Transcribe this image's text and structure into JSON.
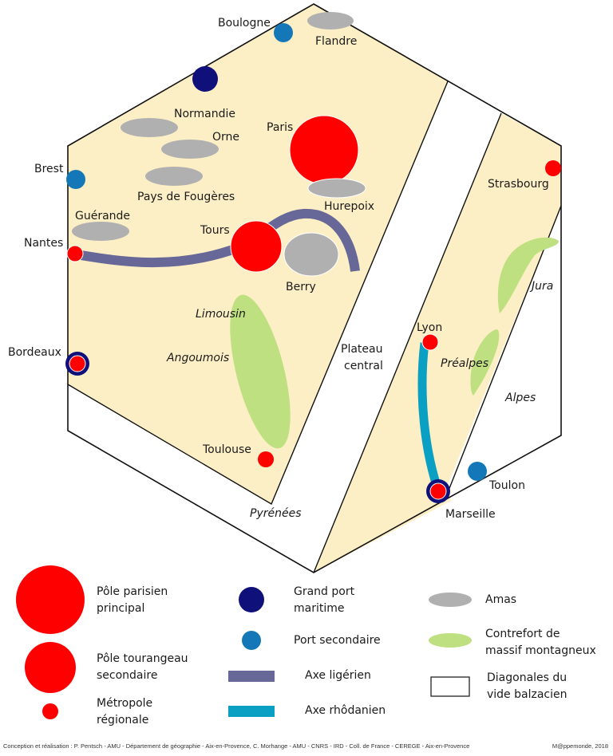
{
  "colors": {
    "land": "#fdefc5",
    "outline": "#111111",
    "pole": "#ff0000",
    "grand_port": "#10107a",
    "port_secondaire": "#1478b8",
    "axe_ligerien": "#686898",
    "axe_rhodanien": "#0aa0c4",
    "amas": "#b0b0b0",
    "contrefort": "#bfe080",
    "vide": "#ffffff"
  },
  "places": {
    "boulogne": "Boulogne",
    "flandre": "Flandre",
    "normandie": "Normandie",
    "orne": "Orne",
    "paris": "Paris",
    "brest": "Brest",
    "pays_de_fougeres": "Pays de Fougères",
    "hurepoix": "Hurepoix",
    "strasbourg": "Strasbourg",
    "guerande": "Guérande",
    "tours": "Tours",
    "nantes": "Nantes",
    "berry": "Berry",
    "jura": "Jura",
    "limousin": "Limousin",
    "lyon": "Lyon",
    "bordeaux": "Bordeaux",
    "angoumois": "Angoumois",
    "plateau_central_1": "Plateau",
    "plateau_central_2": "central",
    "prealpes": "Préalpes",
    "alpes": "Alpes",
    "toulouse": "Toulouse",
    "toulon": "Toulon",
    "pyrenees": "Pyrénées",
    "marseille": "Marseille"
  },
  "legend": {
    "pole_parisien": "Pôle parisien\n principal",
    "pole_tourangeau": "Pôle tourangeau\n secondaire",
    "metropole": "Métropole\nrégionale",
    "grand_port": "Grand port\nmaritime",
    "port_secondaire": "Port secondaire",
    "axe_ligerien": "Axe ligérien",
    "axe_rhodanien": "Axe rhôdanien",
    "amas": "Amas",
    "contrefort": "Contrefort de\nmassif montagneux",
    "vide": "Diagonales du\nvide balzacien"
  },
  "credits": {
    "authors": "Conception et réalisation : P. Pentsch - AMU - Département de géographie - Aix-en-Provence, C. Morhange - AMU - CNRS - IRD - Coll. de France - CEREGE - Aix-en-Provence",
    "source": "M@ppemonde, 2018"
  }
}
